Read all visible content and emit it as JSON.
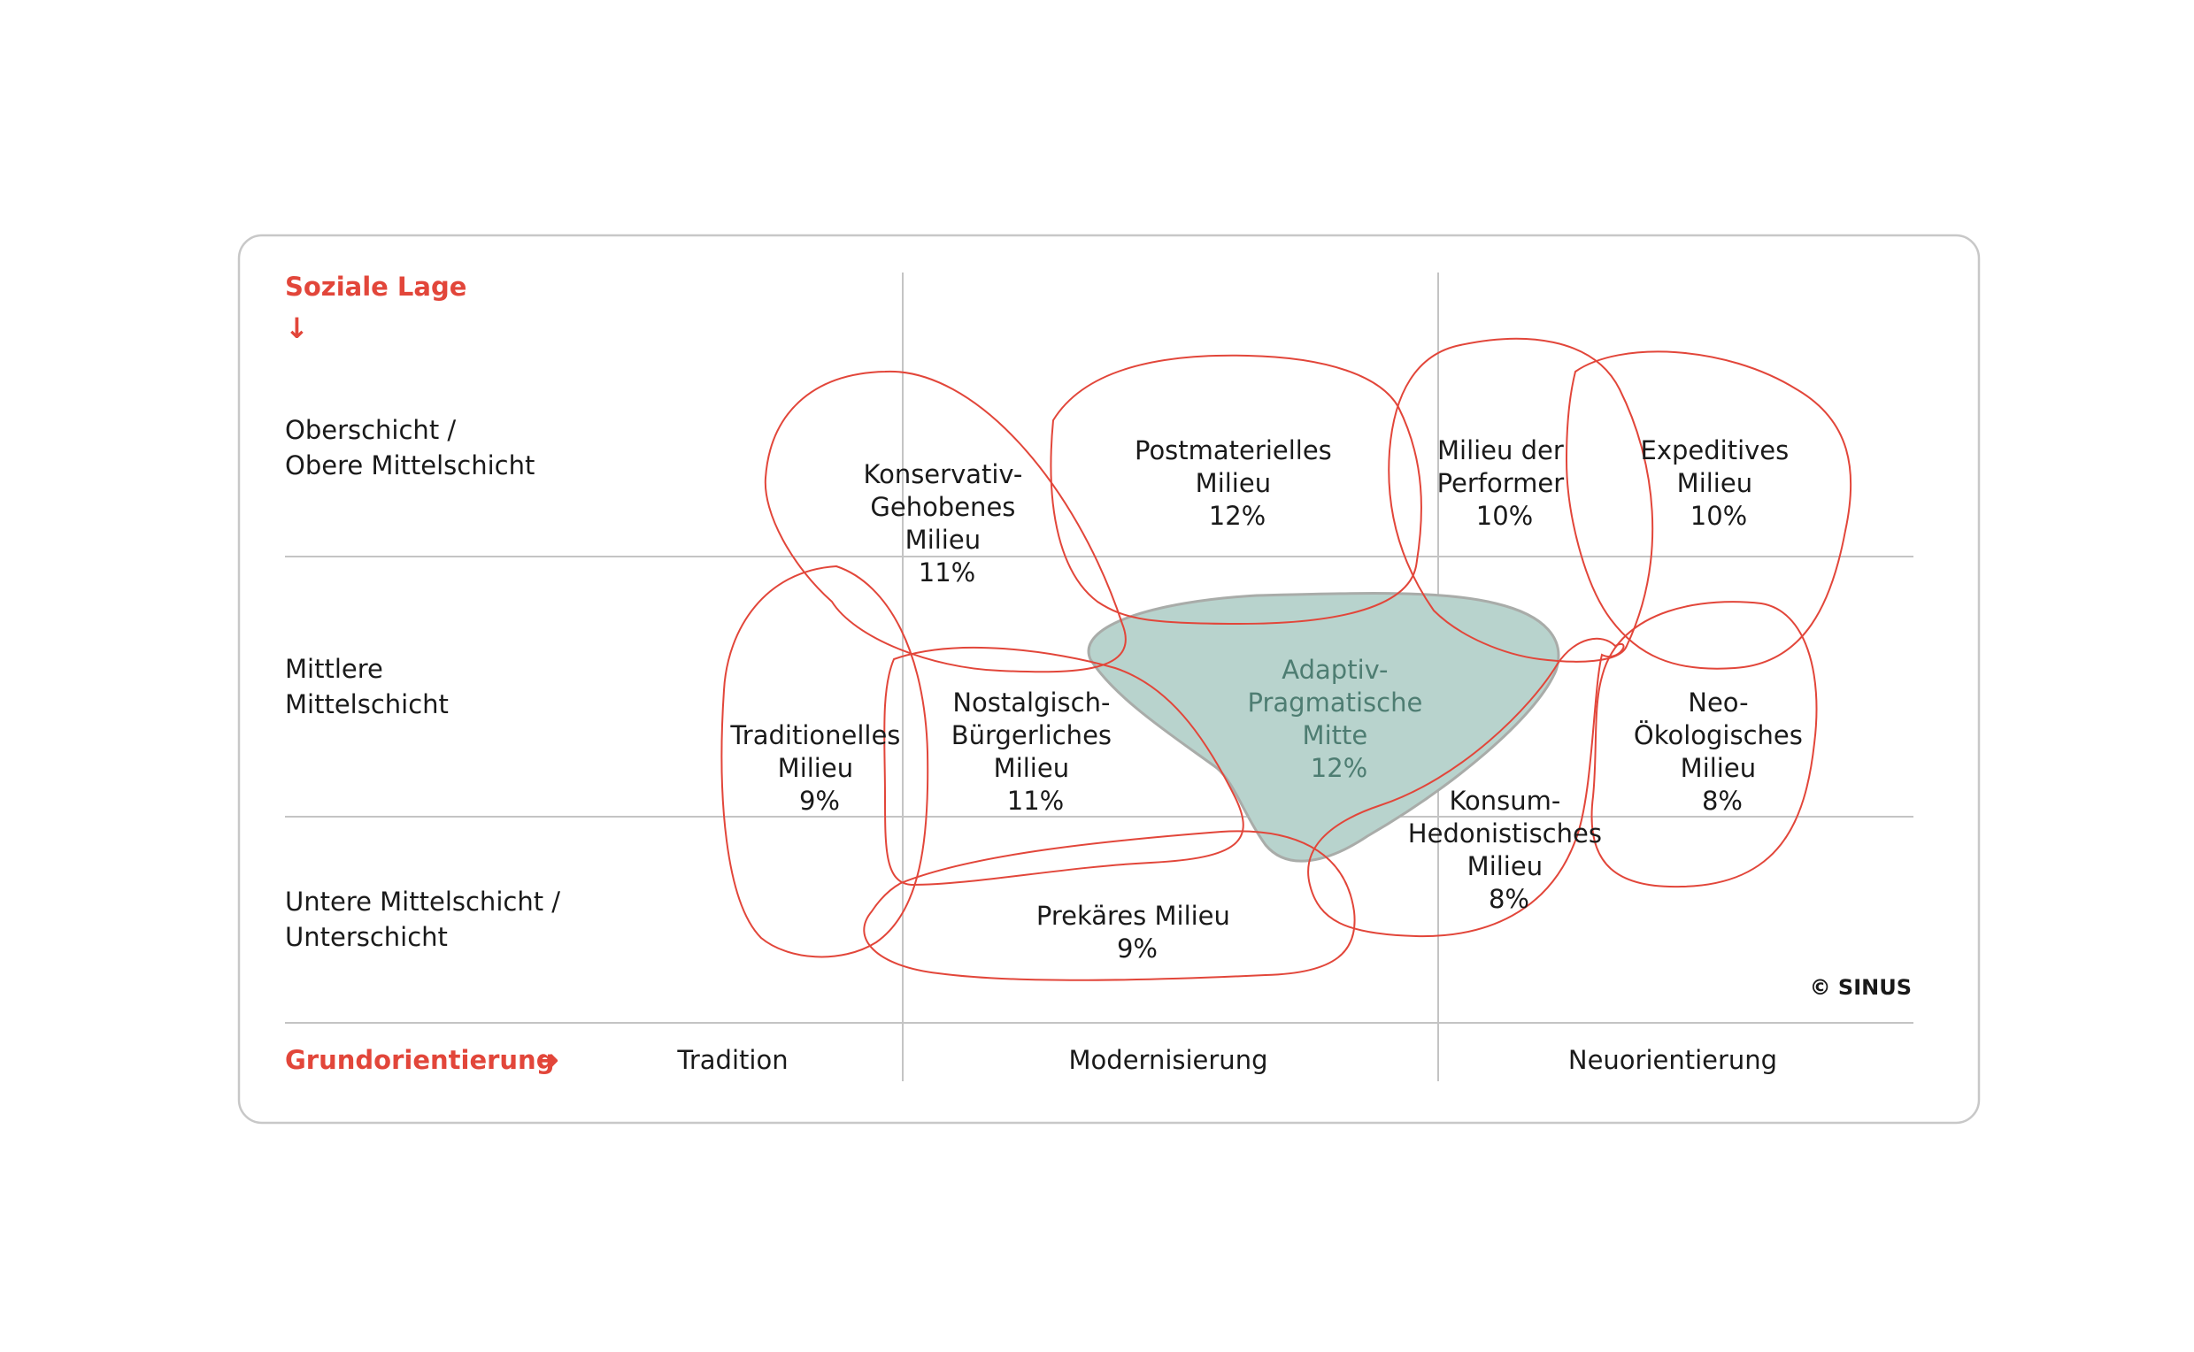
{
  "colors": {
    "accent": "#e2463a",
    "highlight_fill": "#b8d3cd",
    "highlight_text": "#4e7d72",
    "grid": "#c4c4c4",
    "frame": "#c8c8c8"
  },
  "axes": {
    "y_title": "Soziale Lage",
    "y_arrow": "↓",
    "x_title": "Grundorientierung",
    "x_arrow": "➜"
  },
  "rows": [
    {
      "line1": "Oberschicht /",
      "line2": "Obere Mittelschicht"
    },
    {
      "line1": "Mittlere",
      "line2": "Mittelschicht"
    },
    {
      "line1": "Untere Mittelschicht /",
      "line2": "Unterschicht"
    }
  ],
  "columns": [
    "Tradition",
    "Modernisierung",
    "Neuorientierung"
  ],
  "copyright": "© SINUS",
  "milieus": [
    {
      "id": "konservativ",
      "lines": [
        "Konservativ-",
        "Gehobenes",
        "Milieu"
      ],
      "share": "11%"
    },
    {
      "id": "postmateriell",
      "lines": [
        "Postmaterielles",
        "Milieu"
      ],
      "share": "12%"
    },
    {
      "id": "performer",
      "lines": [
        "Milieu der",
        "Performer"
      ],
      "share": "10%"
    },
    {
      "id": "expeditiv",
      "lines": [
        "Expeditives",
        "Milieu"
      ],
      "share": "10%"
    },
    {
      "id": "traditionell",
      "lines": [
        "Traditionelles",
        "Milieu"
      ],
      "share": "9%"
    },
    {
      "id": "nostalgisch",
      "lines": [
        "Nostalgisch-",
        "Bürgerliches",
        "Milieu"
      ],
      "share": "11%"
    },
    {
      "id": "adaptiv",
      "lines": [
        "Adaptiv-",
        "Pragmatische",
        "Mitte"
      ],
      "share": "12%",
      "highlight": true
    },
    {
      "id": "neooeko",
      "lines": [
        "Neo-",
        "Ökologisches",
        "Milieu"
      ],
      "share": "8%"
    },
    {
      "id": "konsum",
      "lines": [
        "Konsum-",
        "Hedonistisches",
        "Milieu"
      ],
      "share": "8%"
    },
    {
      "id": "prekaer",
      "lines": [
        "Prekäres Milieu"
      ],
      "share": "9%"
    }
  ]
}
